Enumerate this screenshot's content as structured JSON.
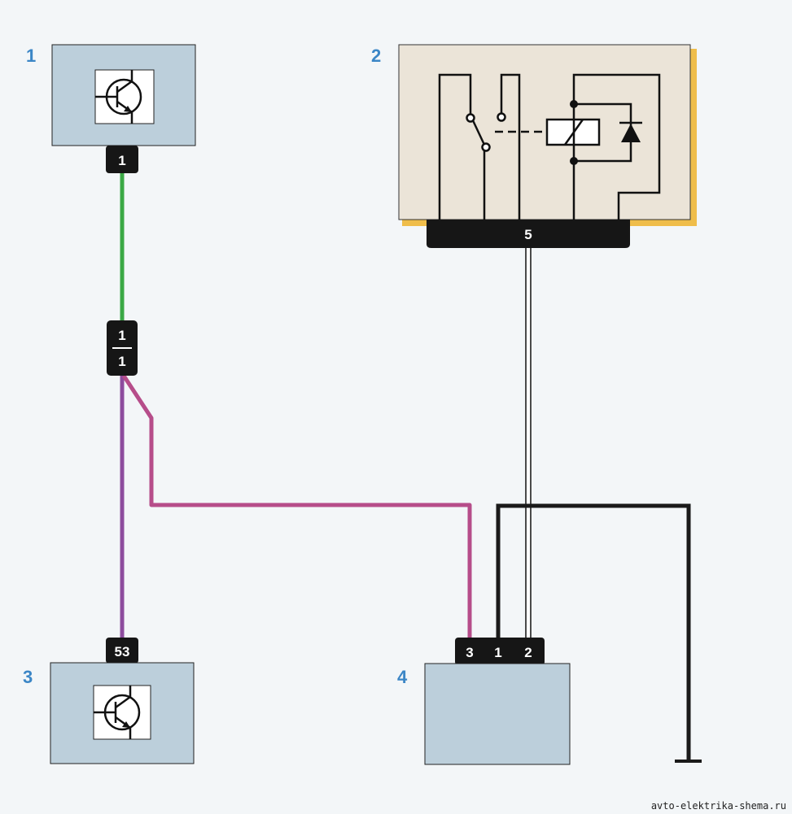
{
  "components": {
    "c1": {
      "label": "1",
      "pin": "1"
    },
    "c2": {
      "label": "2",
      "pin": "5"
    },
    "c3": {
      "label": "3",
      "pin": "53"
    },
    "c4": {
      "label": "4",
      "pins": [
        "3",
        "1",
        "2"
      ]
    }
  },
  "splice": {
    "top": "1",
    "bottom": "1"
  },
  "watermark": "avto-elektrika-shema.ru",
  "colors": {
    "module_fill": "#bccfdb",
    "relay_fill": "#ebe4d8",
    "relay_shadow": "#efbd4a",
    "connector": "#161616",
    "wire_green": "#3aa845",
    "wire_violet": "#8d4c9e",
    "wire_violet_red": "#b64d8a",
    "wire_white": "#ffffff",
    "wire_black": "#1a1a1a",
    "label_blue": "#3b86c6"
  }
}
